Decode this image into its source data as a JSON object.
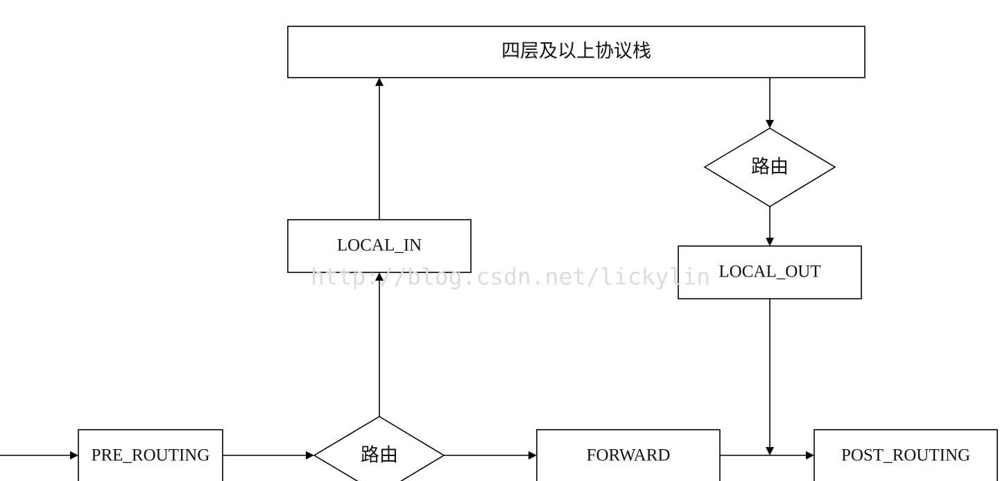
{
  "nodes": {
    "protocol_stack": "四层及以上协议栈",
    "route_top": "路由",
    "local_in": "LOCAL_IN",
    "local_out": "LOCAL_OUT",
    "pre_routing": "PRE_ROUTING",
    "route_bottom": "路由",
    "forward": "FORWARD",
    "post_routing": "POST_ROUTING"
  },
  "watermark": "http://blog.csdn.net/lickylin",
  "colors": {
    "stroke": "#000000",
    "fill": "#ffffff",
    "watermark": "#dcdcdc"
  }
}
